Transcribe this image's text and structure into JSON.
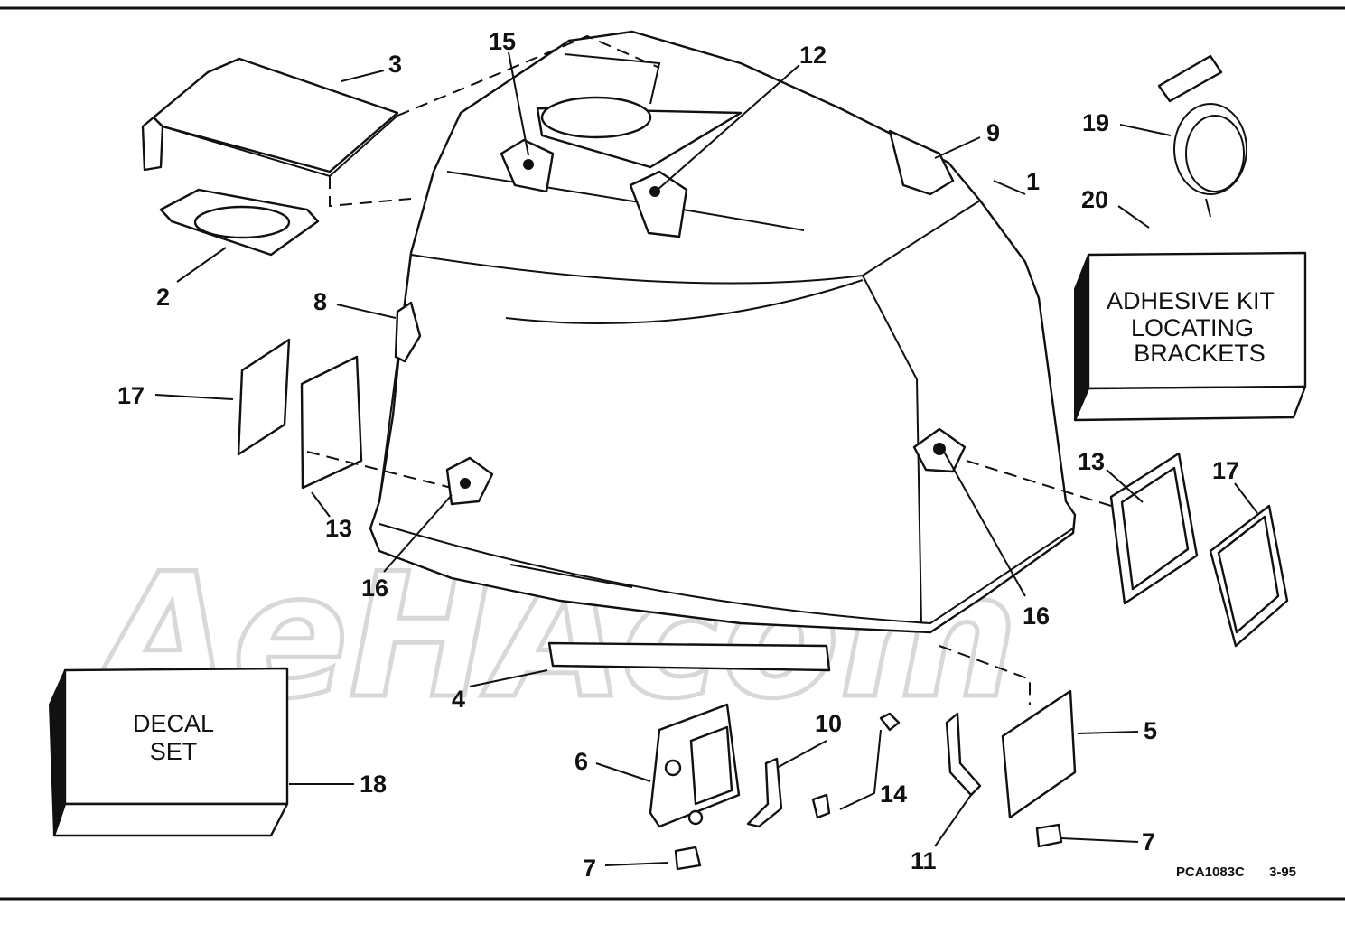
{
  "figure_code": "PCA1083C",
  "figure_date": "3-95",
  "boxes": {
    "adhesive_kit": [
      "ADHESIVE KIT",
      "LOCATING",
      "BRACKETS"
    ],
    "decal_set": [
      "DECAL",
      "SET"
    ]
  },
  "callouts": {
    "c1": "1",
    "c2": "2",
    "c3": "3",
    "c4": "4",
    "c5": "5",
    "c6": "6",
    "c7a": "7",
    "c7b": "7",
    "c8": "8",
    "c9": "9",
    "c10": "10",
    "c11": "11",
    "c12": "12",
    "c13a": "13",
    "c13b": "13",
    "c14": "14",
    "c15": "15",
    "c16a": "16",
    "c16b": "16",
    "c17a": "17",
    "c17b": "17",
    "c18": "18",
    "c19": "19",
    "c20": "20"
  },
  "watermark": "AeHAcom"
}
